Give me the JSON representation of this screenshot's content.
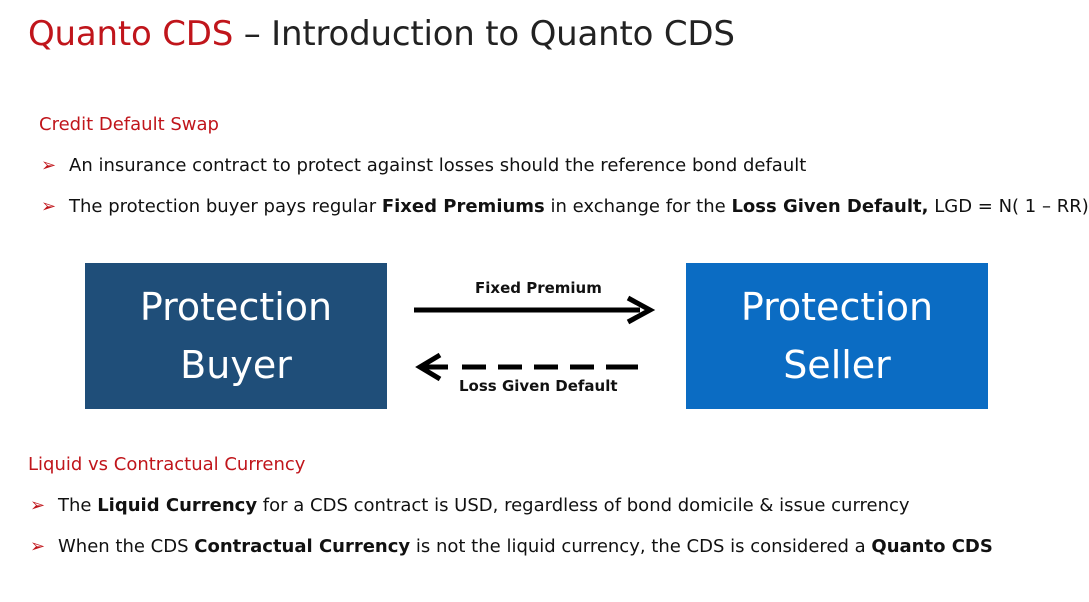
{
  "title": {
    "accent": "Quanto CDS",
    "rest": " – Introduction to Quanto CDS"
  },
  "section1": {
    "heading": "Credit Default Swap",
    "bullets": [
      {
        "pre": "An insurance contract to protect against losses should the reference bond default"
      },
      {
        "pre": "The protection buyer pays regular ",
        "bold1": "Fixed Premiums",
        "mid": " in exchange for the ",
        "bold2": "Loss Given Default,",
        "post": " LGD = N( 1 – RR)"
      }
    ]
  },
  "diagram": {
    "buyer_line1": "Protection",
    "buyer_line2": "Buyer",
    "seller_line1": "Protection",
    "seller_line2": "Seller",
    "fixed_premium": "Fixed Premium",
    "loss_given_default": "Loss Given Default",
    "buyer_color": "#1f4e79",
    "seller_color": "#0b6cc3"
  },
  "section2": {
    "heading": "Liquid vs Contractual Currency",
    "bullets": [
      {
        "pre": "The ",
        "bold1": "Liquid Currency",
        "post": " for a CDS contract is USD, regardless of bond domicile & issue currency"
      },
      {
        "pre": "When the CDS ",
        "bold1": "Contractual Currency",
        "mid": " is not the liquid currency, the CDS is considered a ",
        "bold2": "Quanto CDS"
      }
    ]
  },
  "icons": {
    "bullet": "arrowhead-bullet-icon",
    "marker_glyph": "➢"
  },
  "colors": {
    "accent_red": "#c0151b",
    "text": "#111111"
  }
}
